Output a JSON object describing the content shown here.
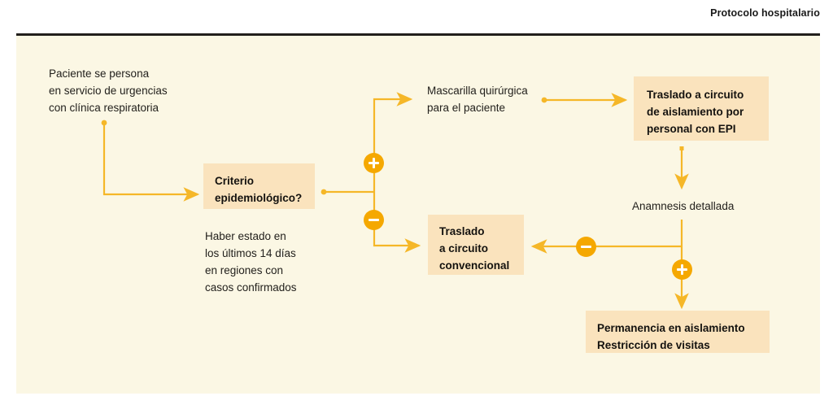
{
  "header": {
    "title": "Protocolo hospitalario"
  },
  "theme": {
    "page_bg": "#ffffff",
    "canvas_bg": "#fbf7e4",
    "box_bg": "#fae3bd",
    "connector": "#f5b728",
    "badge": "#f5a800",
    "rule": "#221f1c",
    "text": "#14120f"
  },
  "chart_data": {
    "type": "diagram",
    "title": "Protocolo hospitalario",
    "nodes": [
      {
        "id": "patient",
        "label": "Paciente se persona\nen servicio de urgencias\ncon clínica respiratoria",
        "style": "plain"
      },
      {
        "id": "criterio",
        "label": "Criterio\nepidemiológico?",
        "style": "boxed-bold"
      },
      {
        "id": "haber",
        "label": "Haber estado en\nlos últimos 14 días\nen regiones con\ncasos confirmados",
        "style": "plain"
      },
      {
        "id": "mascarilla",
        "label": "Mascarilla quirúrgica\npara el paciente",
        "style": "plain"
      },
      {
        "id": "epi",
        "label": "Traslado a circuito\nde aislamiento por\npersonal con EPI",
        "style": "boxed-bold"
      },
      {
        "id": "convencional",
        "label": "Traslado\na circuito\nconvencional",
        "style": "boxed-bold"
      },
      {
        "id": "anamnesis",
        "label": "Anamnesis detallada",
        "style": "plain"
      },
      {
        "id": "permanencia",
        "label": "Permanencia en aislamiento\nRestricción de visitas",
        "style": "boxed-bold"
      }
    ],
    "edges": [
      {
        "from": "patient",
        "to": "criterio",
        "marker": null
      },
      {
        "from": "criterio",
        "to": "mascarilla",
        "marker": "+"
      },
      {
        "from": "criterio",
        "to": "convencional",
        "marker": "−"
      },
      {
        "from": "mascarilla",
        "to": "epi",
        "marker": null
      },
      {
        "from": "epi",
        "to": "anamnesis",
        "marker": null
      },
      {
        "from": "anamnesis",
        "to": "convencional",
        "marker": "−"
      },
      {
        "from": "anamnesis",
        "to": "permanencia",
        "marker": "+"
      }
    ]
  },
  "nodes": {
    "patient": {
      "line1": "Paciente se persona",
      "line2": "en servicio de urgencias",
      "line3": "con clínica respiratoria"
    },
    "criterio": {
      "line1": "Criterio",
      "line2": "epidemiológico?"
    },
    "haber": {
      "line1": "Haber estado en",
      "line2": "los últimos 14 días",
      "line3": "en regiones con",
      "line4": "casos confirmados"
    },
    "mascarilla": {
      "line1": "Mascarilla quirúrgica",
      "line2": "para el paciente"
    },
    "epi": {
      "line1": "Traslado a circuito",
      "line2": "de aislamiento por",
      "line3": "personal con EPI"
    },
    "convencional": {
      "line1": "Traslado",
      "line2": "a circuito",
      "line3": "convencional"
    },
    "anamnesis": {
      "line1": "Anamnesis detallada"
    },
    "permanencia": {
      "line1": "Permanencia en aislamiento",
      "line2": "Restricción de visitas"
    }
  },
  "badges": {
    "plus_criterio": "+",
    "minus_criterio": "−",
    "minus_anamnesis": "−",
    "plus_anamnesis": "+"
  }
}
